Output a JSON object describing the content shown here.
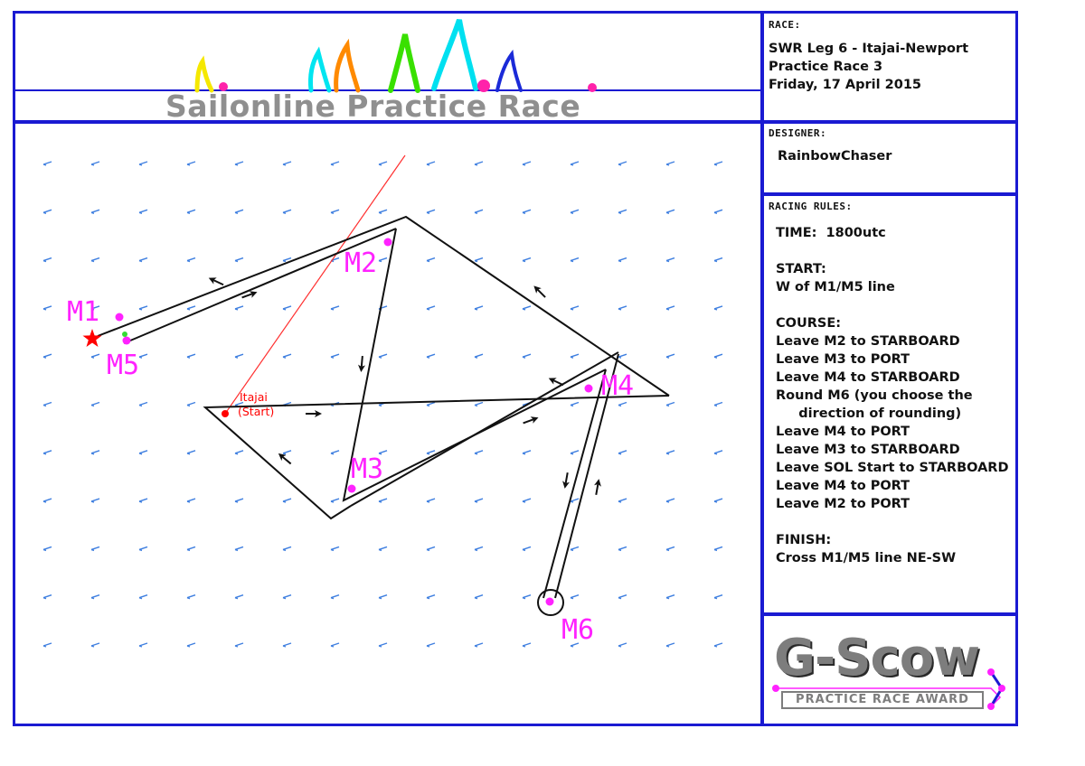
{
  "banner": {
    "title": "Sailonline Practice Race"
  },
  "race_panel": {
    "label": "RACE:",
    "line1": "SWR Leg 6 - Itajai-Newport",
    "line2": "Practice Race 3",
    "line3": "Friday, 17 April 2015"
  },
  "designer_panel": {
    "label": "DESIGNER:",
    "name": "RainbowChaser"
  },
  "rules_panel": {
    "label": "RACING RULES:",
    "lines": [
      "TIME:  1800utc",
      "",
      "START:",
      "W of M1/M5 line",
      "",
      "COURSE:",
      "Leave M2 to STARBOARD",
      "Leave M3 to PORT",
      "Leave M4 to STARBOARD",
      "Round M6 (you choose the",
      "     direction of rounding)",
      "Leave M4 to PORT",
      "Leave M3 to STARBOARD",
      "Leave SOL Start to STARBOARD",
      "Leave M4 to PORT",
      "Leave M2 to PORT",
      "",
      "FINISH:",
      "Cross M1/M5 line NE-SW"
    ]
  },
  "award": {
    "title": "G-Scow",
    "subtitle": "PRACTICE RACE AWARD"
  },
  "course_map": {
    "marks": {
      "m1": "M1",
      "m2": "M2",
      "m3": "M3",
      "m4": "M4",
      "m5": "M5",
      "m6": "M6"
    },
    "start_name": "Itajai",
    "start_sub": "(Start)"
  },
  "colors": {
    "frame": "#1a1ad2",
    "mark": "#ff22ff",
    "start": "#ff0000",
    "wind_arrow": "#3f7fe0",
    "course_line": "#111111"
  }
}
